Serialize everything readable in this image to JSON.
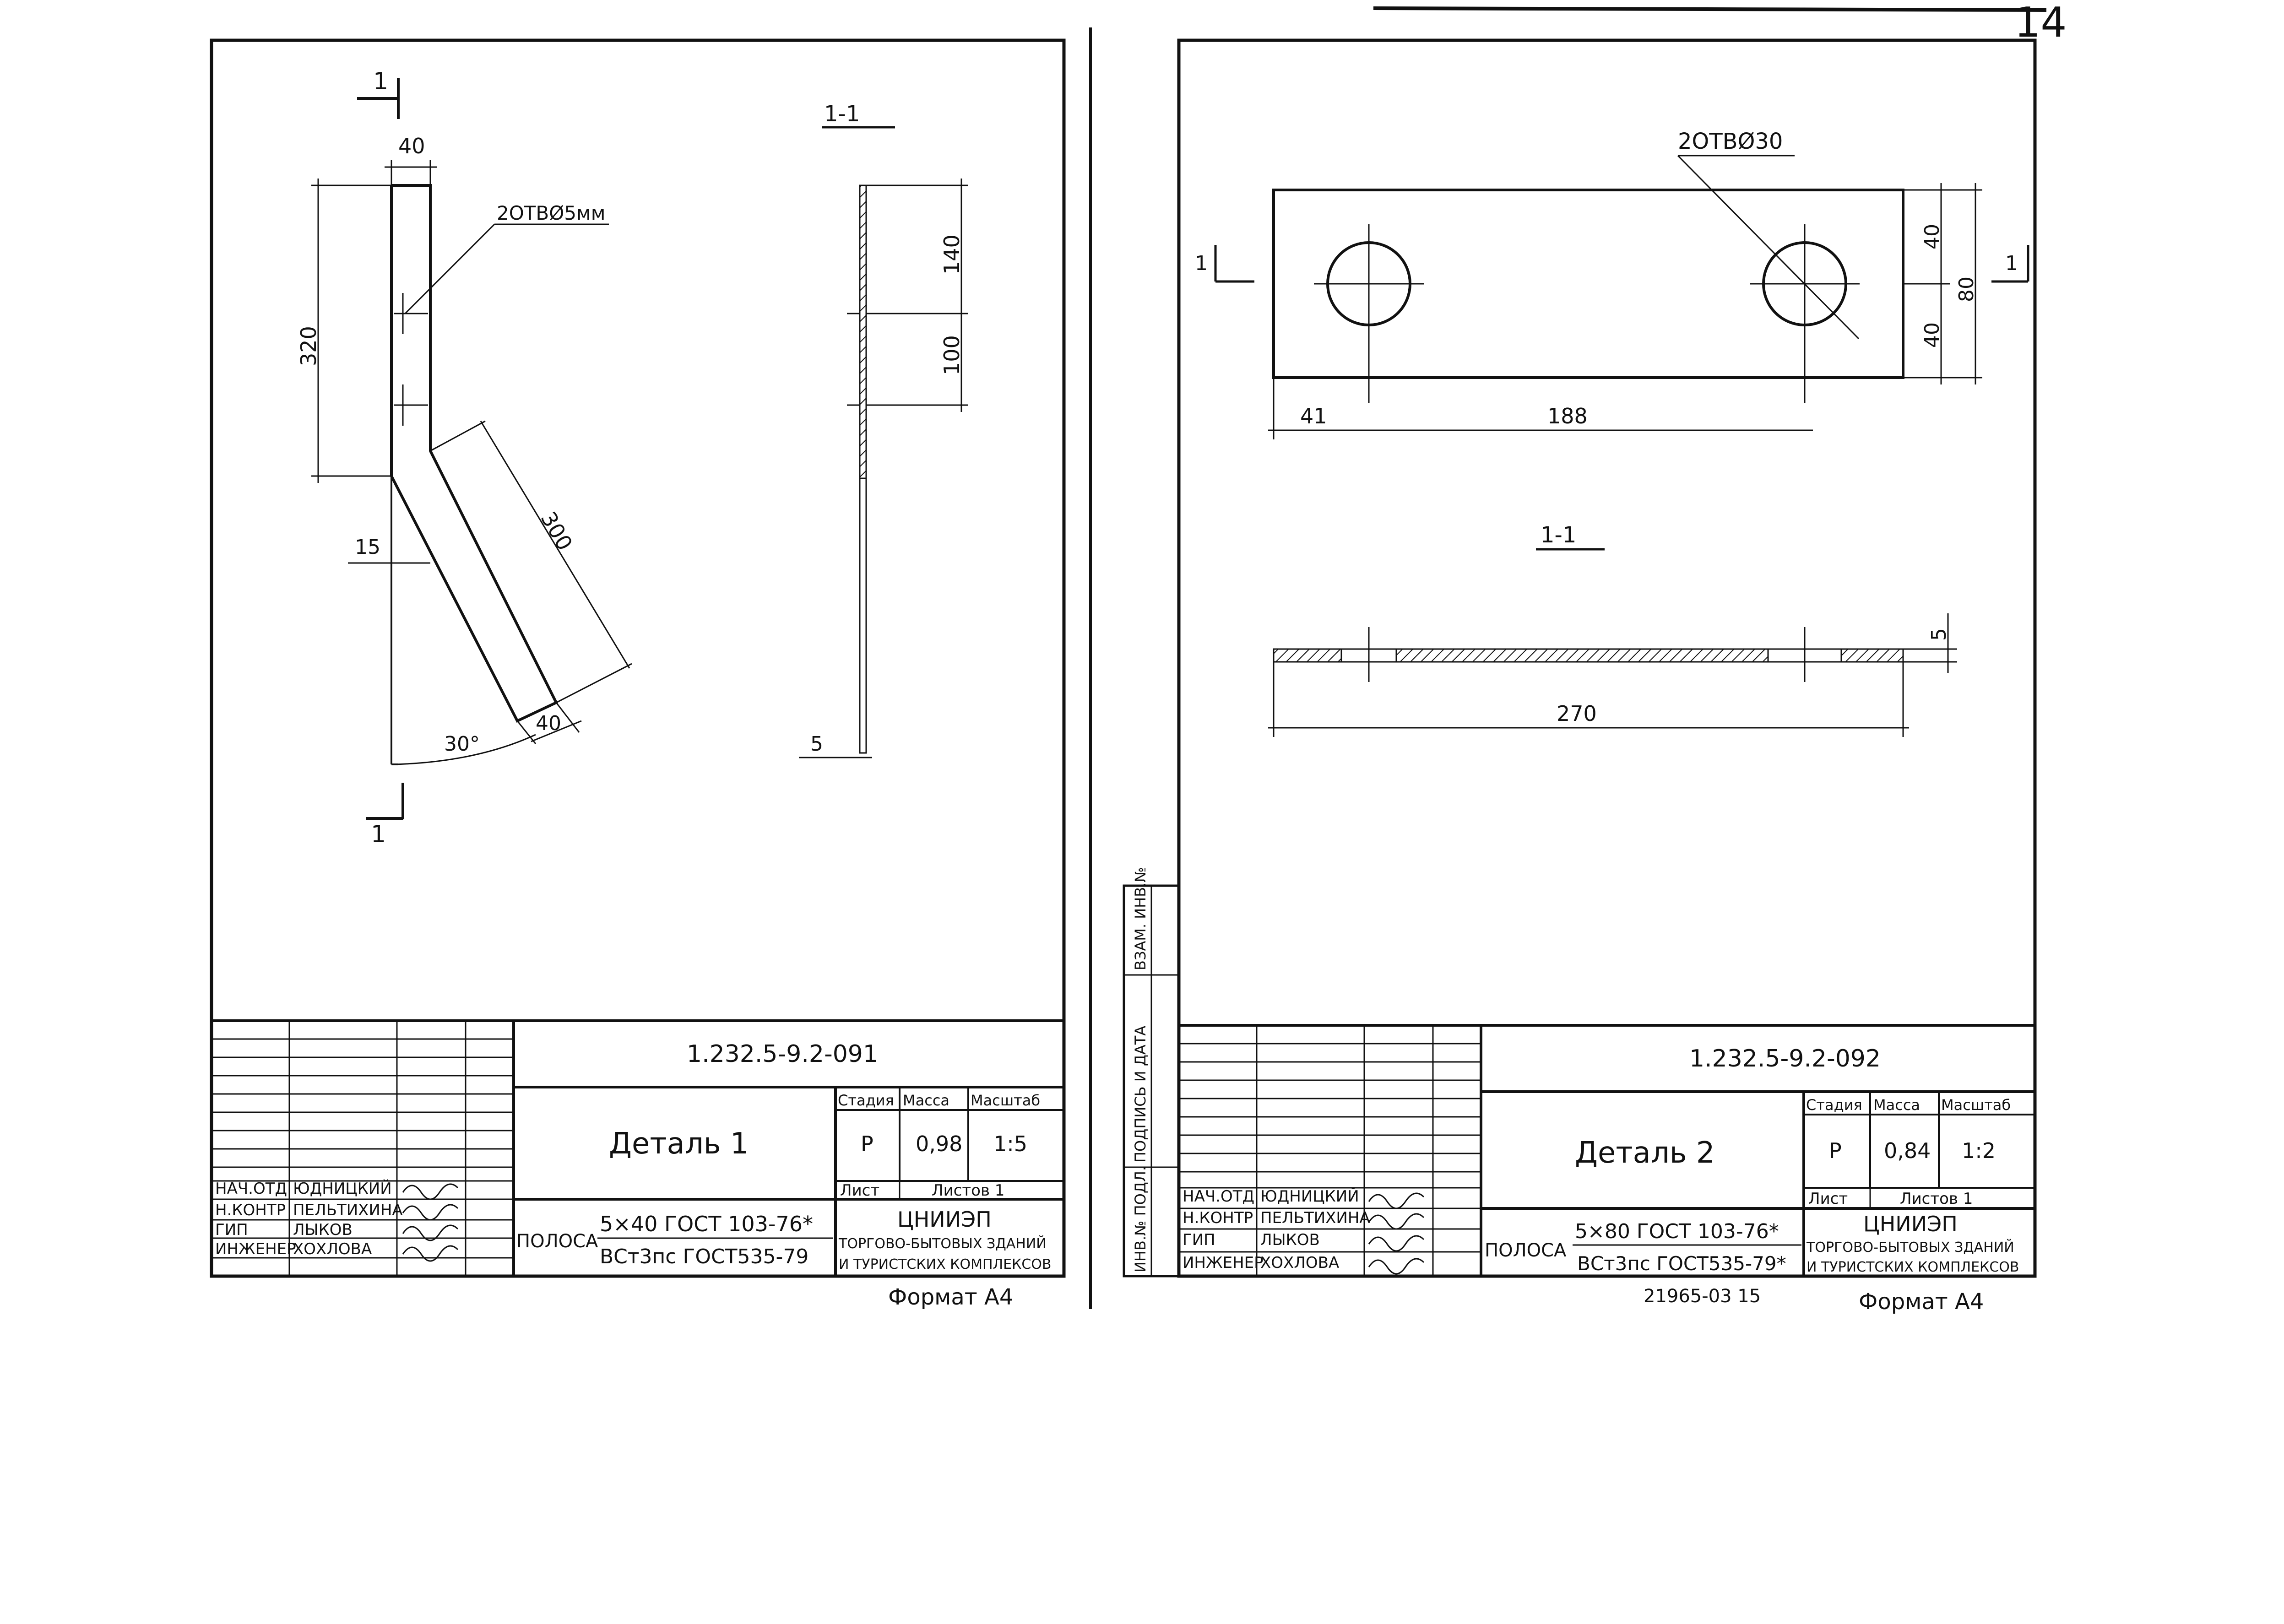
{
  "page_number": "14",
  "bottom_code": "21965-03   15",
  "sheets": [
    {
      "section_label": "1",
      "view_title": "1-1",
      "dims": {
        "width_top": "40",
        "height_upper": "320",
        "holes": "2ОТВØ5мм",
        "offset": "15",
        "bent_length": "300",
        "bent_width": "40",
        "angle": "30°",
        "sec_upper": "140",
        "sec_lower": "100",
        "thickness": "5"
      },
      "title_block": {
        "code": "1.232.5-9.2-091",
        "name": "Деталь 1",
        "stage_h": "Стадия",
        "mass_h": "Масса",
        "scale_h": "Масштаб",
        "stage": "Р",
        "mass": "0,98",
        "scale": "1:5",
        "sheet_h": "Лист",
        "sheets_h": "Листов 1",
        "org1": "ЦНИИЭП",
        "org2": "ТОРГОВО-БЫТОВЫХ ЗДАНИЙ",
        "org3": "И ТУРИСТСКИХ КОМПЛЕКСОВ",
        "mat_label": "ПОЛОСА",
        "mat_top": "5×40 ГОСТ 103-76*",
        "mat_bottom": "ВСт3пс    ГОСТ535-79",
        "roles": [
          {
            "role": "НАЧ.ОТД",
            "name": "ЮДНИЦКИЙ"
          },
          {
            "role": "Н.КОНТР",
            "name": "ПЕЛЬТИХИНА"
          },
          {
            "role": "ГИП",
            "name": "ЛЫКОВ"
          },
          {
            "role": "ИНЖЕНЕР",
            "name": "ХОХЛОВА"
          }
        ],
        "format": "Формат А4"
      }
    },
    {
      "section_label": "1",
      "view_title": "1-1",
      "dims": {
        "holes": "2ОТВØ30",
        "edge": "41",
        "spacing": "188",
        "half_a": "40",
        "half_b": "40",
        "total_h": "80",
        "thickness": "5",
        "length": "270"
      },
      "title_block": {
        "code": "1.232.5-9.2-092",
        "name": "Деталь 2",
        "stage_h": "Стадия",
        "mass_h": "Масса",
        "scale_h": "Масштаб",
        "stage": "Р",
        "mass": "0,84",
        "scale": "1:2",
        "sheet_h": "Лист",
        "sheets_h": "Листов 1",
        "org1": "ЦНИИЭП",
        "org2": "ТОРГОВО-БЫТОВЫХ ЗДАНИЙ",
        "org3": "И ТУРИСТСКИХ КОМПЛЕКСОВ",
        "mat_label": "ПОЛОСА",
        "mat_top": "5×80 ГОСТ 103-76*",
        "mat_bottom": "ВСт3пс    ГОСТ535-79*",
        "roles": [
          {
            "role": "НАЧ.ОТД",
            "name": "ЮДНИЦКИЙ"
          },
          {
            "role": "Н.КОНТР",
            "name": "ПЕЛЬТИХИНА"
          },
          {
            "role": "ГИП",
            "name": "ЛЫКОВ"
          },
          {
            "role": "ИНЖЕНЕР",
            "name": "ХОХЛОВА"
          }
        ],
        "format": "Формат А4"
      }
    }
  ],
  "side_stamp": {
    "inv_podl": "ИНВ.№ ПОДЛ.",
    "podp_data": "ПОДПИСЬ И ДАТА",
    "vzam_inv": "ВЗАМ. ИНВ.№"
  }
}
